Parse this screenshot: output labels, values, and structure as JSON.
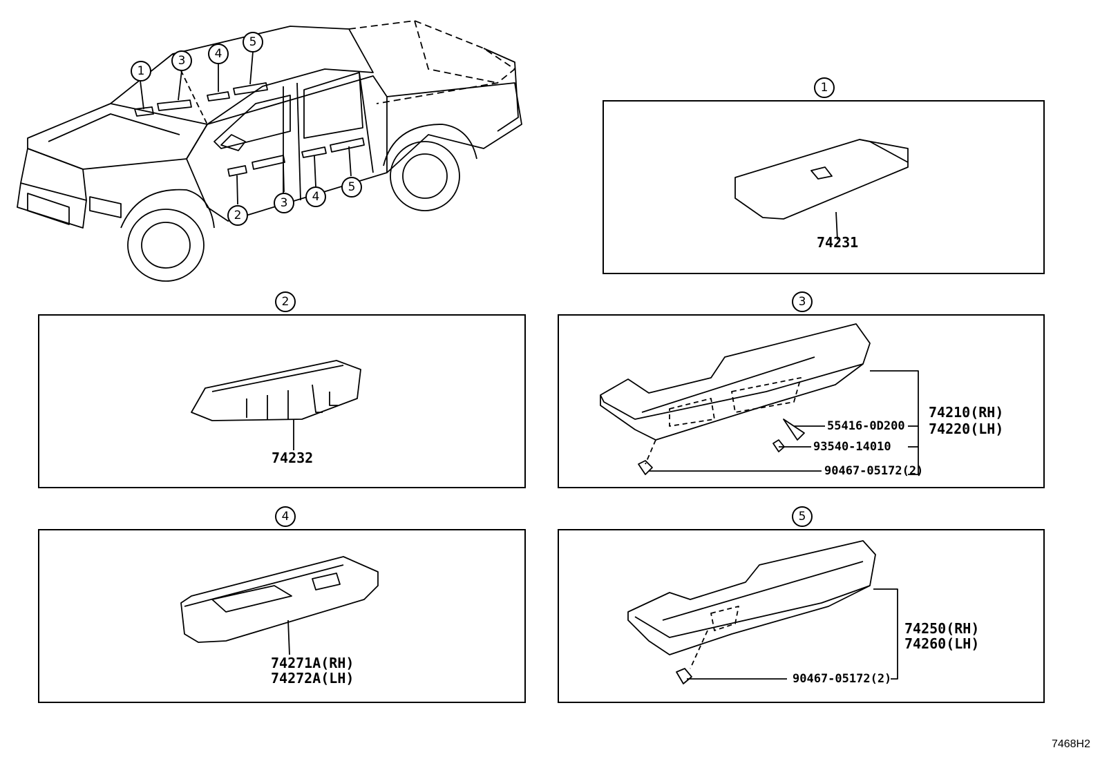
{
  "vehicle": {
    "upper_callouts": [
      "1",
      "3",
      "4",
      "5"
    ],
    "lower_callouts": [
      "2",
      "3",
      "4",
      "5"
    ]
  },
  "panels": {
    "p1": {
      "callout": "1",
      "parts": [
        "74231"
      ]
    },
    "p2": {
      "callout": "2",
      "parts": [
        "74232"
      ]
    },
    "p3": {
      "callout": "3",
      "parts": [
        "74210(RH)",
        "74220(LH)",
        "55416-0D200",
        "93540-14010",
        "90467-05172(2)"
      ]
    },
    "p4": {
      "callout": "4",
      "parts": [
        "74271A(RH)",
        "74272A(LH)"
      ]
    },
    "p5": {
      "callout": "5",
      "parts": [
        "74250(RH)",
        "74260(LH)",
        "90467-05172(2)"
      ]
    }
  },
  "diagram_code": "7468H2"
}
